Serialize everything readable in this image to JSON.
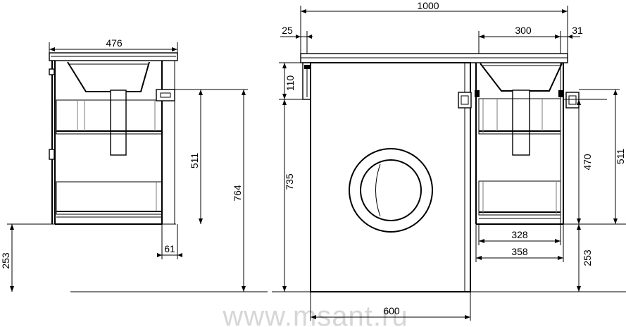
{
  "watermark": "www.msant.ru",
  "side_view": {
    "labels": {
      "width_top": "476",
      "height_total": "764",
      "height_cabinet": "511",
      "depth_offset": "61",
      "leg_height": "253"
    }
  },
  "front_view": {
    "labels": {
      "total_width": "1000",
      "left_overhang": "25",
      "sink_width": "300",
      "right_overhang": "31",
      "bracket_height": "110",
      "machine_height": "735",
      "machine_width": "600",
      "cabinet_inner_height": "470",
      "cabinet_height": "511",
      "cabinet_inner_width": "328",
      "cabinet_outer_width": "358",
      "leg_height": "253"
    }
  }
}
